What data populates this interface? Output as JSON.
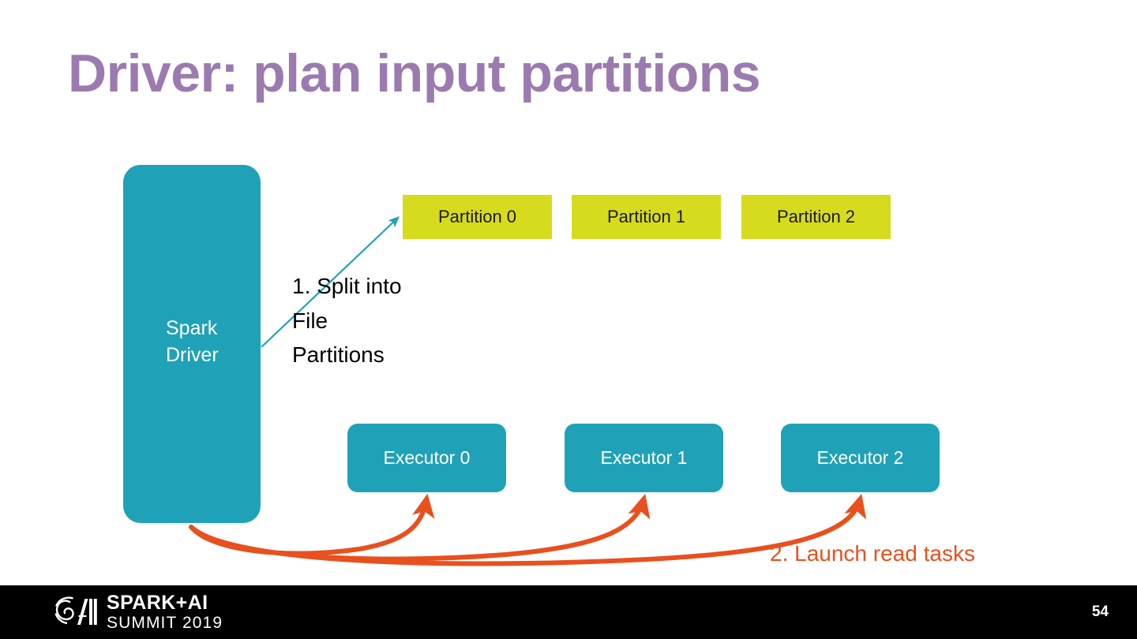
{
  "slide": {
    "title": "Driver: plan input partitions",
    "page_number": "54",
    "background_color": "#ffffff"
  },
  "colors": {
    "title_purple": "#9B7BAF",
    "teal": "#1FA2B8",
    "partition_yellow": "#D7DB1E",
    "arrow_orange": "#E8501E",
    "footer_black": "#000000",
    "text_white": "#ffffff",
    "text_black": "#1a1a1a"
  },
  "diagram": {
    "driver": {
      "label_line1": "Spark",
      "label_line2": "Driver"
    },
    "partitions": [
      {
        "label": "Partition 0"
      },
      {
        "label": "Partition 1"
      },
      {
        "label": "Partition 2"
      }
    ],
    "executors": [
      {
        "label": "Executor 0"
      },
      {
        "label": "Executor 1"
      },
      {
        "label": "Executor 2"
      }
    ],
    "step1": {
      "line1": "1.  Split into",
      "line2": "File",
      "line3": "Partitions"
    },
    "step2": {
      "label": "2. Launch read tasks"
    }
  },
  "footer": {
    "logo_line1": "SPARK+AI",
    "logo_line2": "SUMMIT 2019"
  }
}
